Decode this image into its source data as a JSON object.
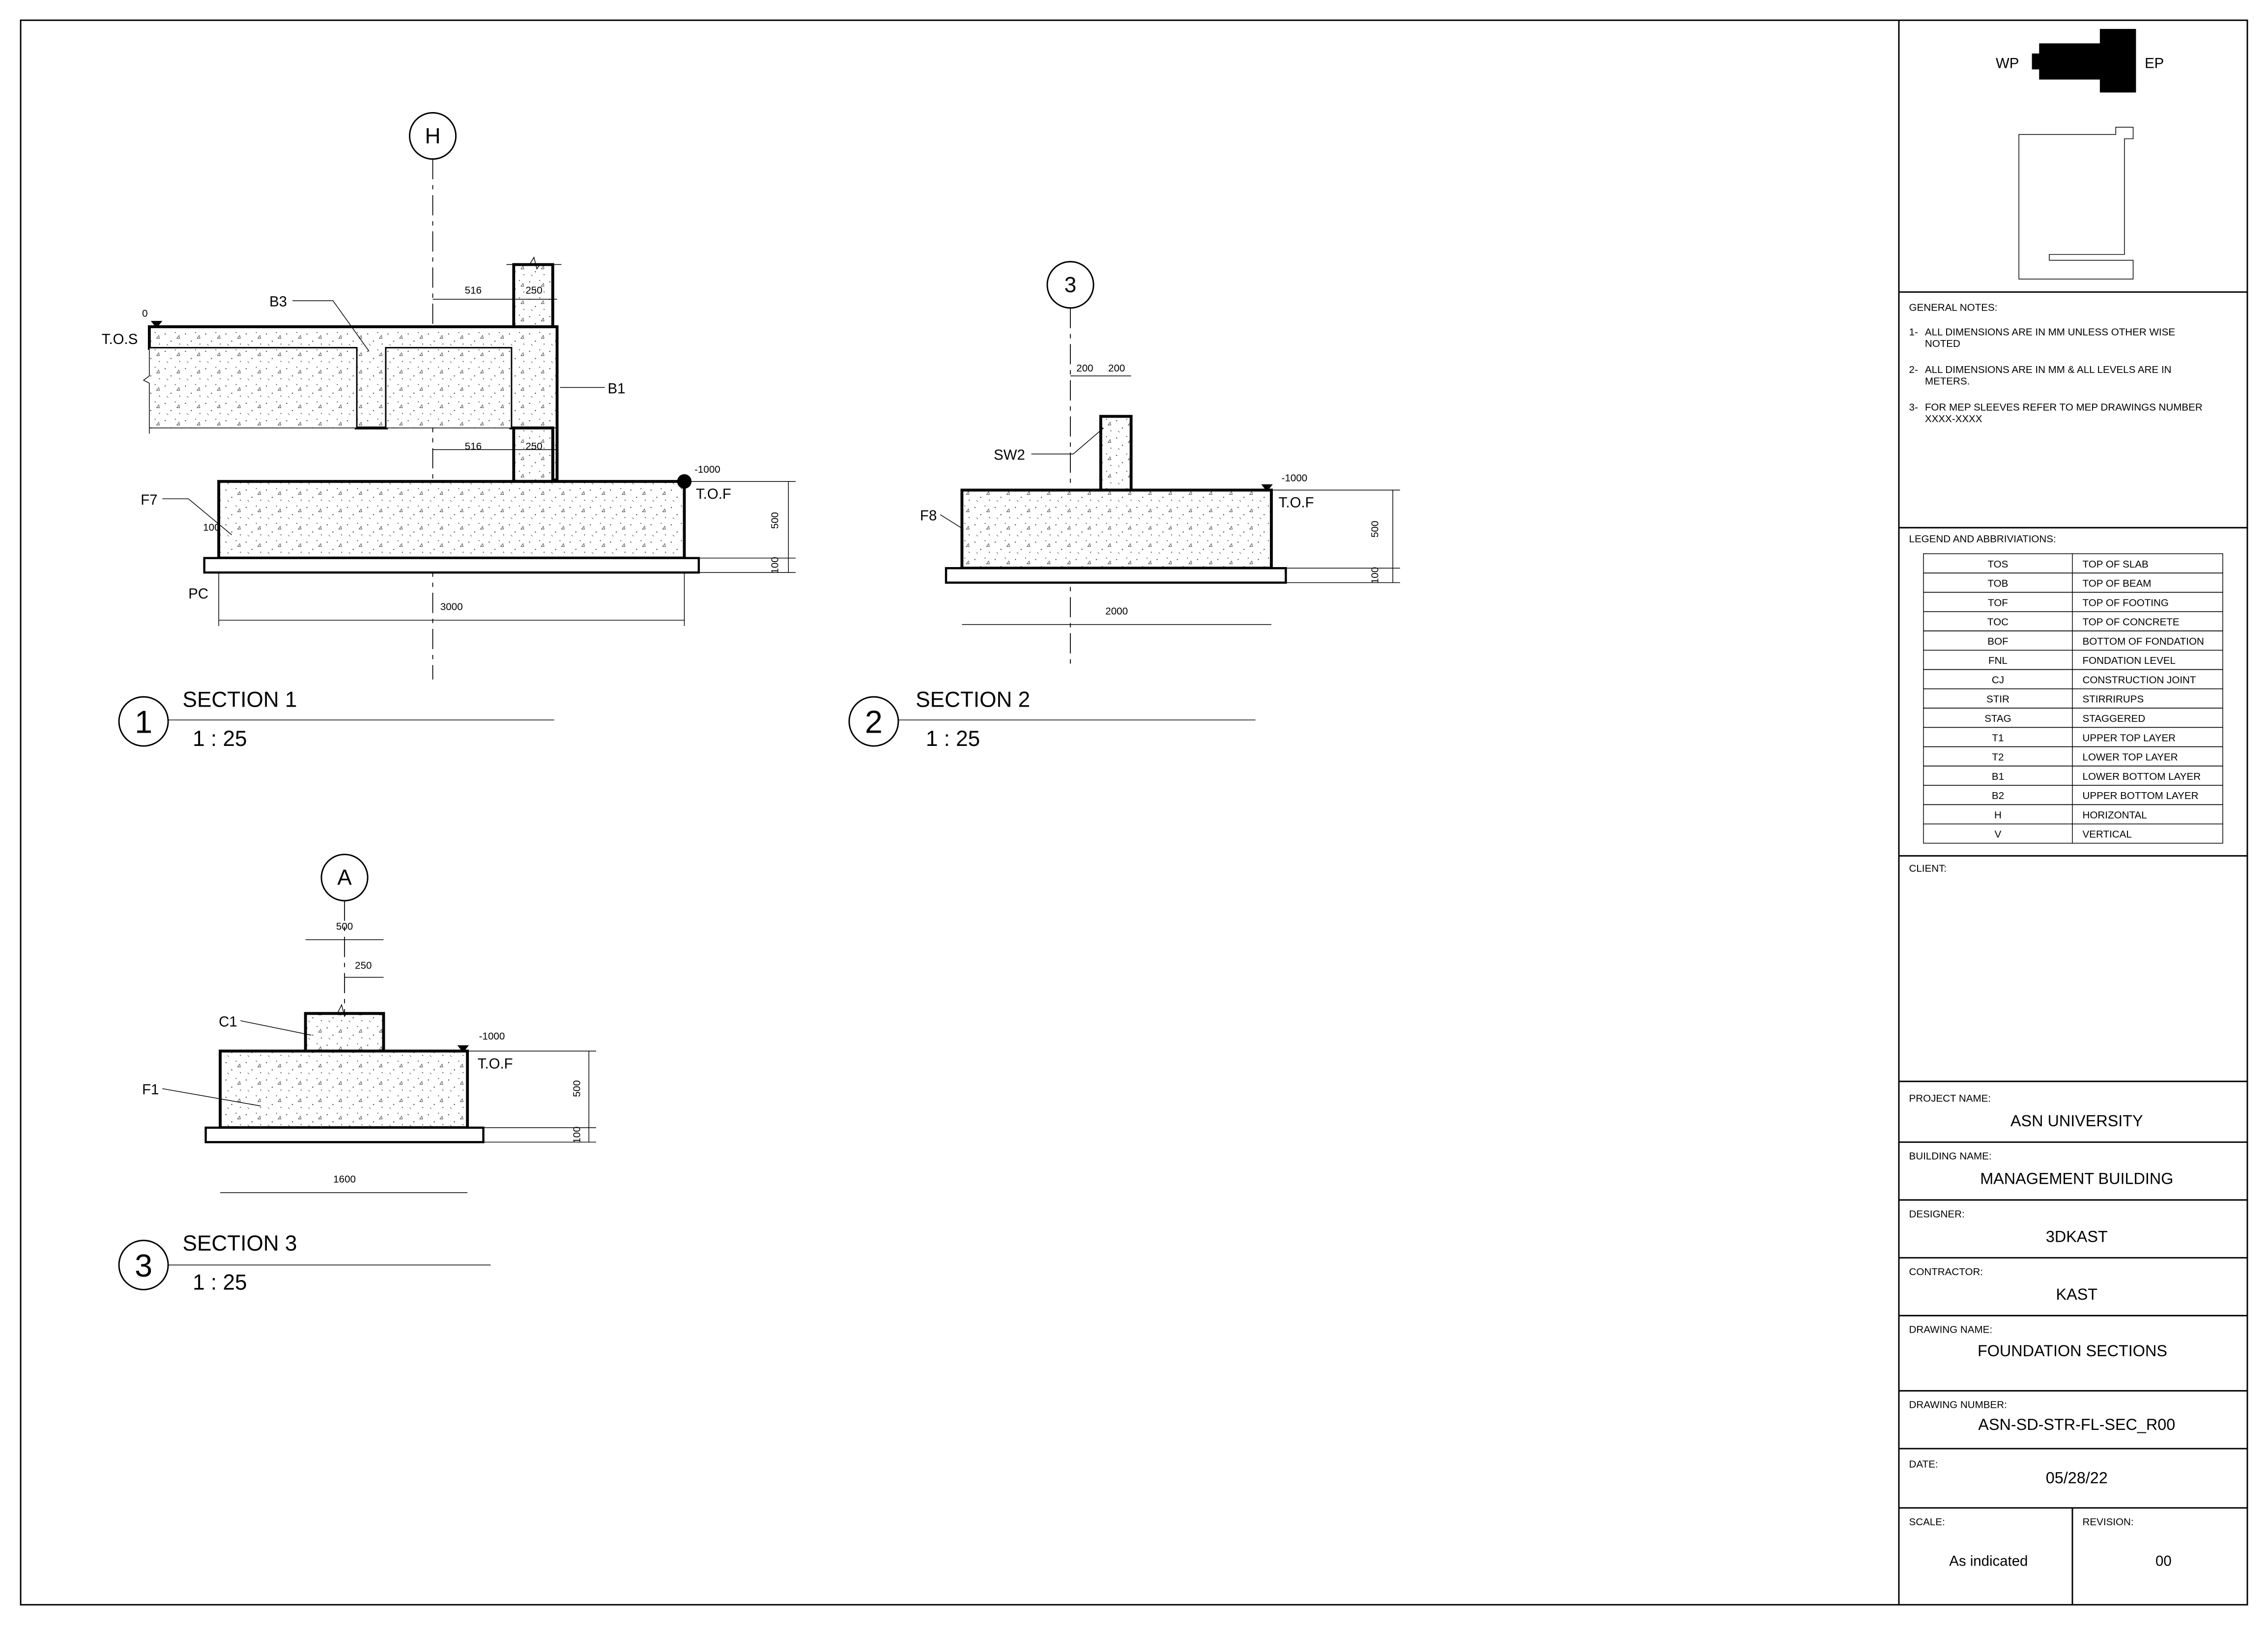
{
  "orientation": {
    "wp": "WP",
    "ep": "EP"
  },
  "general_notes": {
    "title": "GENERAL NOTES:",
    "items": [
      {
        "num": "1-",
        "line1": "ALL DIMENSIONS ARE IN MM UNLESS OTHER WISE",
        "line2": "NOTED"
      },
      {
        "num": "2-",
        "line1": "ALL DIMENSIONS ARE IN MM & ALL LEVELS ARE IN",
        "line2": "METERS."
      },
      {
        "num": "3-",
        "line1": "FOR MEP SLEEVES REFER TO MEP DRAWINGS NUMBER",
        "line2": "XXXX-XXXX"
      }
    ]
  },
  "legend": {
    "title": "LEGEND AND ABBRIVIATIONS:",
    "rows": [
      [
        "TOS",
        "TOP OF SLAB"
      ],
      [
        "TOB",
        "TOP OF BEAM"
      ],
      [
        "TOF",
        "TOP OF FOOTING"
      ],
      [
        "TOC",
        "TOP OF CONCRETE"
      ],
      [
        "BOF",
        "BOTTOM OF FONDATION"
      ],
      [
        "FNL",
        " FONDATION LEVEL"
      ],
      [
        "CJ",
        "CONSTRUCTION JOINT"
      ],
      [
        "STIR",
        "STIRRIRUPS"
      ],
      [
        "STAG",
        "STAGGERED"
      ],
      [
        "T1",
        "UPPER TOP LAYER"
      ],
      [
        "T2",
        "LOWER TOP LAYER"
      ],
      [
        "B1",
        "LOWER BOTTOM LAYER"
      ],
      [
        "B2",
        "UPPER BOTTOM LAYER"
      ],
      [
        "H",
        "HORIZONTAL"
      ],
      [
        "V",
        "VERTICAL"
      ]
    ]
  },
  "title_block": {
    "client_label": "CLIENT:",
    "project_label": "PROJECT NAME:",
    "project": "ASN UNIVERSITY",
    "building_label": "BUILDING NAME:",
    "building": "MANAGEMENT BUILDING",
    "designer_label": "DESIGNER:",
    "designer": "3DKAST",
    "contractor_label": "CONTRACTOR:",
    "contractor": "KAST",
    "drawing_name_label": "DRAWING NAME:",
    "drawing_name": "FOUNDATION SECTIONS",
    "drawing_number_label": "DRAWING NUMBER:",
    "drawing_number": "ASN-SD-STR-FL-SEC_R00",
    "date_label": "DATE:",
    "date": "05/28/22",
    "scale_label": "SCALE:",
    "scale": "As indicated",
    "revision_label": "REVISION:",
    "revision": "00"
  },
  "sections": [
    {
      "num": "1",
      "title": "SECTION 1",
      "scale": "1 : 25",
      "grid": "H",
      "labels": {
        "b3": "B3",
        "b1": "B1",
        "f7": "F7",
        "pc": "PC",
        "tos": "T.O.S",
        "tos_level": "0",
        "tof": "T.O.F",
        "tof_level": "-1000"
      },
      "dims": {
        "d516a": "516",
        "d250a": "250",
        "d516b": "516",
        "d250b": "250",
        "d100": "100",
        "d3000": "3000",
        "d500": "500",
        "d100v": "100"
      }
    },
    {
      "num": "2",
      "title": "SECTION 2",
      "scale": "1 : 25",
      "grid": "3",
      "labels": {
        "sw2": "SW2",
        "f8": "F8",
        "tof": "T.O.F",
        "tof_level": "-1000"
      },
      "dims": {
        "d200a": "200",
        "d200b": "200",
        "d2000": "2000",
        "d500": "500",
        "d100v": "100"
      }
    },
    {
      "num": "3",
      "title": "SECTION 3",
      "scale": "1 : 25",
      "grid": "A",
      "labels": {
        "c1": "C1",
        "f1": "F1",
        "tof": "T.O.F",
        "tof_level": "-1000"
      },
      "dims": {
        "d500": "500",
        "d250": "250",
        "d1600": "1600",
        "d500v": "500",
        "d100v": "100"
      }
    }
  ]
}
